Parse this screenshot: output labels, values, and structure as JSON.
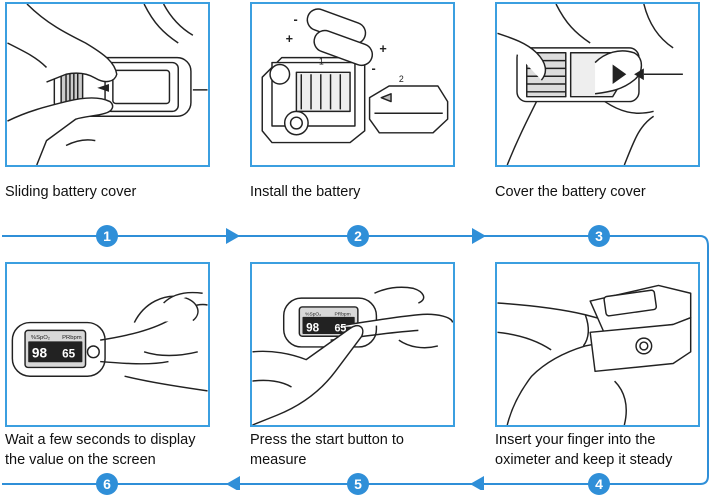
{
  "colors": {
    "accent": "#2f8fd8",
    "border": "#3b9fe0",
    "line": "#222222"
  },
  "steps": [
    {
      "number": "1",
      "caption": [
        "Sliding battery cover"
      ],
      "icon": "hands-sliding-cover-icon"
    },
    {
      "number": "2",
      "caption": [
        "Install the battery"
      ],
      "icon": "battery-install-icon"
    },
    {
      "number": "3",
      "caption": [
        "Cover the battery cover"
      ],
      "icon": "hands-closing-cover-icon"
    },
    {
      "number": "4",
      "caption": [
        "Insert your finger into the",
        "oximeter and keep it steady"
      ],
      "icon": "finger-insert-icon"
    },
    {
      "number": "5",
      "caption": [
        "Press the start button to",
        "measure"
      ],
      "icon": "press-button-icon"
    },
    {
      "number": "6",
      "caption": [
        "Wait a few seconds to display",
        "the value on the screen"
      ],
      "icon": "oximeter-display-icon"
    }
  ],
  "battery_marks": {
    "minus": "-",
    "plus": "+",
    "label1": "1",
    "label2": "2"
  },
  "display": {
    "spo2_label": "%SpO₂",
    "pr_label": "PRbpm",
    "spo2_value": "98",
    "pr_value": "65"
  }
}
